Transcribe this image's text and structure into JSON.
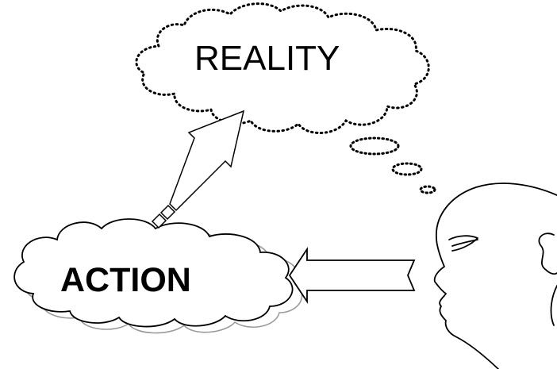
{
  "diagram": {
    "reality_label": "REALITY",
    "action_label": "ACTION"
  },
  "colors": {
    "line": "#000000",
    "background": "#ffffff",
    "cloud_shadow": "#9a9a9a"
  },
  "shapes": [
    "thought-cloud",
    "thought-bubble",
    "action-cloud",
    "arrow-action-to-reality",
    "arrow-person-to-action",
    "person-head"
  ]
}
